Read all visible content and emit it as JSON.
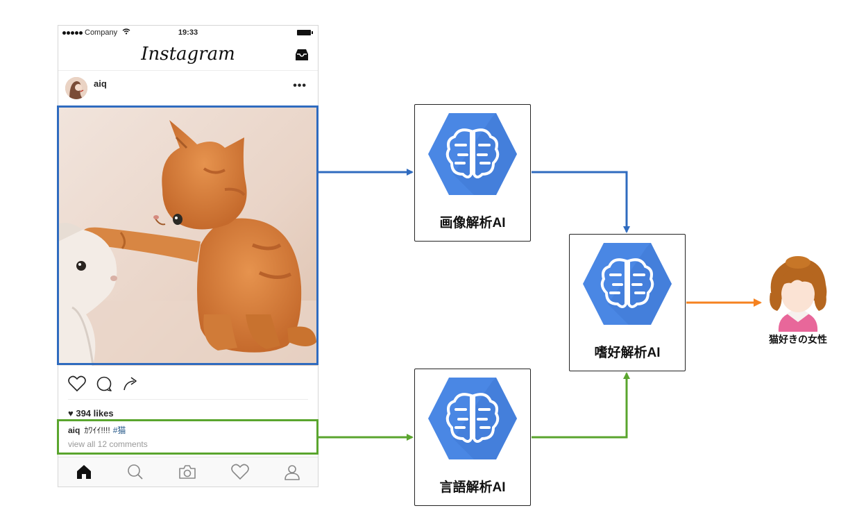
{
  "phone": {
    "status": {
      "carrier": "Company",
      "time": "19:33"
    },
    "app_title": "Instagram",
    "post": {
      "username": "aiq",
      "likes": "394 likes",
      "caption_user": "aiq",
      "caption_text": "ｶﾜｲｲ!!!!",
      "caption_hashtag": "#猫",
      "comments_link": "view all 12 comments"
    },
    "icons": {
      "actions": [
        "heart-icon",
        "comment-icon",
        "share-icon"
      ],
      "tabs": [
        "home-icon",
        "search-icon",
        "camera-icon",
        "heart-icon",
        "profile-icon"
      ]
    }
  },
  "nodes": {
    "image_ai": "画像解析AI",
    "language_ai": "言語解析AI",
    "preference_ai": "嗜好解析AI",
    "result": "猫好きの女性"
  },
  "colors": {
    "image_path": "#2f6bbf",
    "language_path": "#5aa52e",
    "output_path": "#f58220",
    "hex_blue": "#4a87e4"
  }
}
